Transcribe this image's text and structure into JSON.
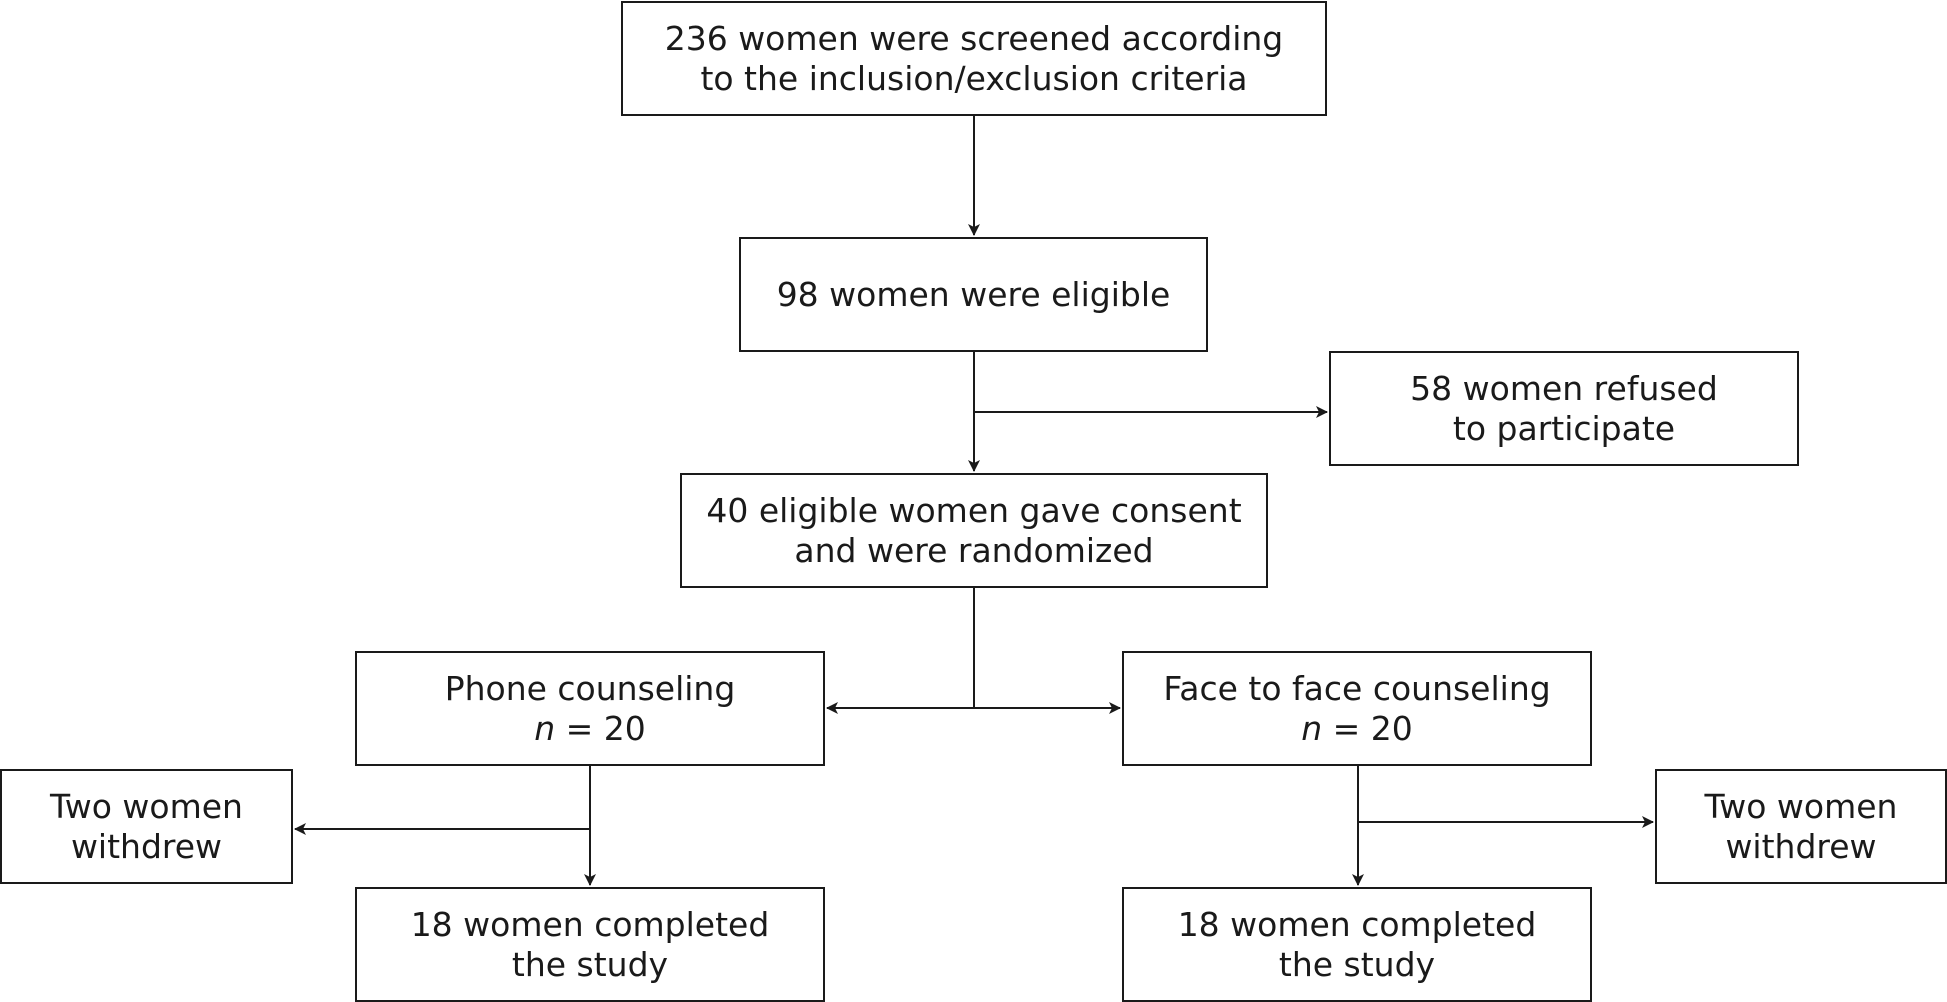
{
  "flowchart": {
    "screened": {
      "line1": "236 women were screened according",
      "line2": "to the inclusion/exclusion criteria"
    },
    "eligible": {
      "line1": "98 women were eligible"
    },
    "refused": {
      "line1": "58 women refused",
      "line2": "to participate"
    },
    "randomized": {
      "line1": "40 eligible women gave consent",
      "line2": "and were randomized"
    },
    "phone_group": {
      "name": "Phone counseling",
      "n_symbol": "n",
      "n_text": " = 20"
    },
    "face_group": {
      "name": "Face to face counseling",
      "n_symbol": "n",
      "n_text": " = 20"
    },
    "withdrew_left": {
      "line1": "Two women",
      "line2": "withdrew"
    },
    "withdrew_right": {
      "line1": "Two women",
      "line2": "withdrew"
    },
    "completed_left": {
      "line1": "18 women completed",
      "line2": "the study"
    },
    "completed_right": {
      "line1": "18 women completed",
      "line2": "the study"
    }
  },
  "colors": {
    "line": "#1a1a1a",
    "background": "#ffffff"
  }
}
